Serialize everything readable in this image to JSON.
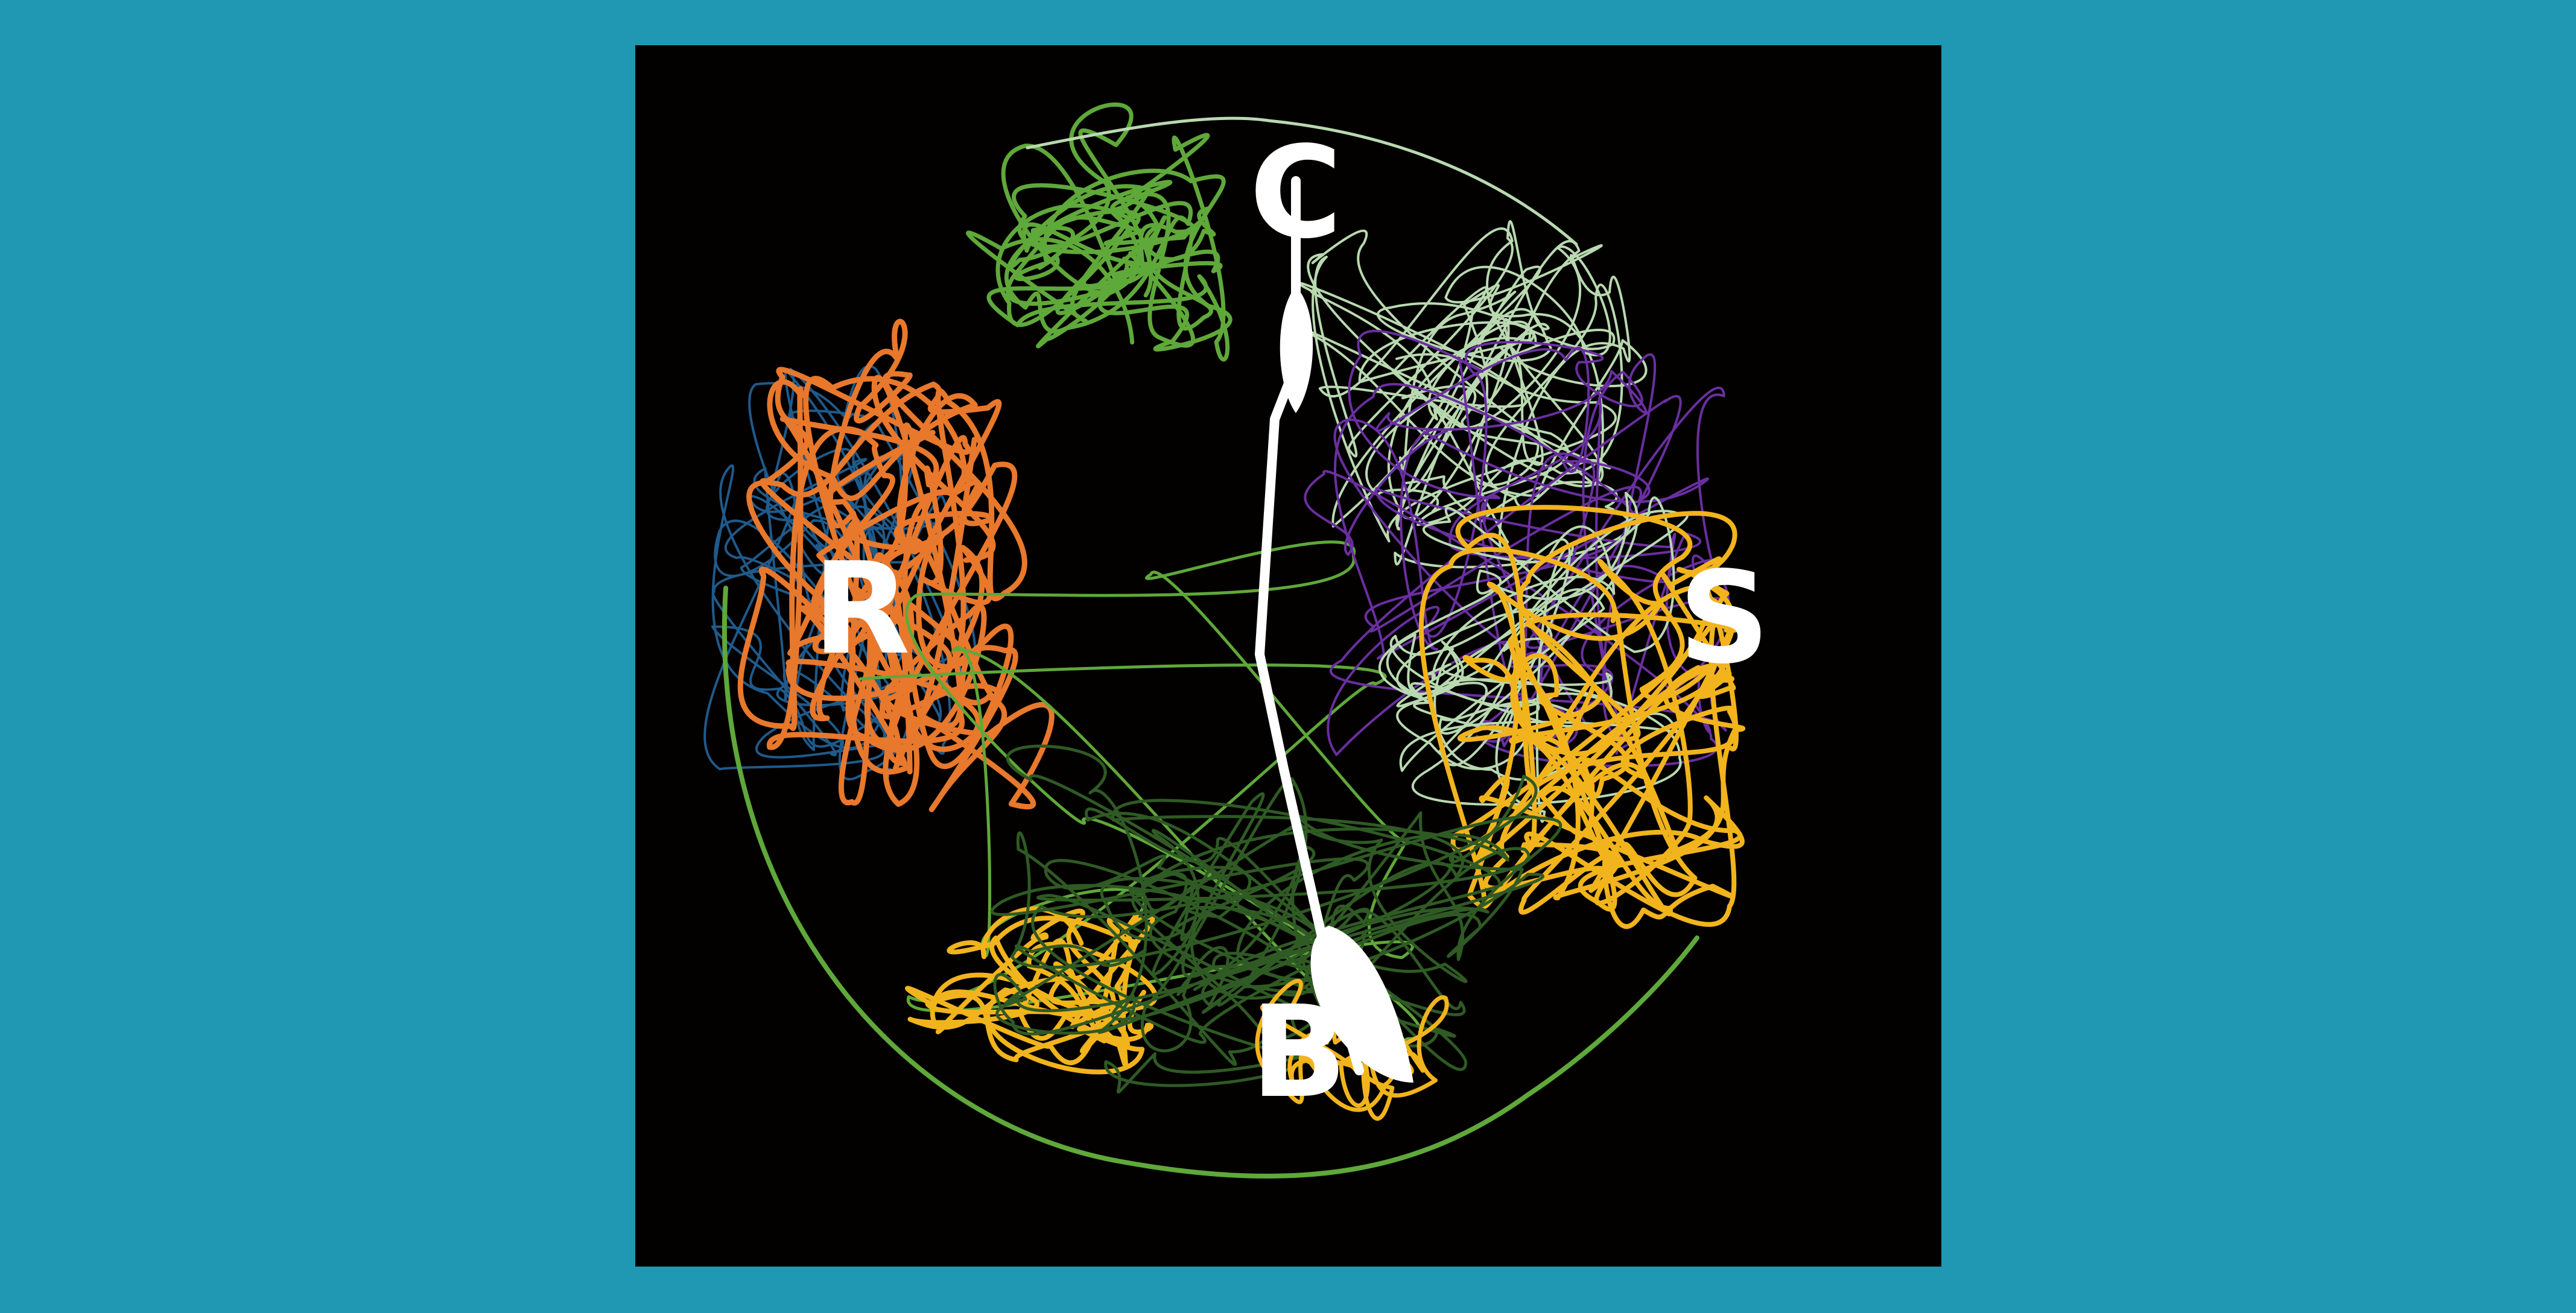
{
  "labels": {
    "c": "C",
    "r": "R",
    "s": "S",
    "b": "B"
  },
  "colors": {
    "background": "#2097b3",
    "panel": "#030100",
    "label": "#ffffff",
    "trace_orange": "#e8782c",
    "trace_blue": "#1f5a8a",
    "trace_green": "#5fa83a",
    "trace_darkgreen": "#2f5a24",
    "trace_lightgreen": "#b9d9b0",
    "trace_purple": "#6a2fa0",
    "trace_yellow": "#f2b41c",
    "path": "#ffffff"
  }
}
